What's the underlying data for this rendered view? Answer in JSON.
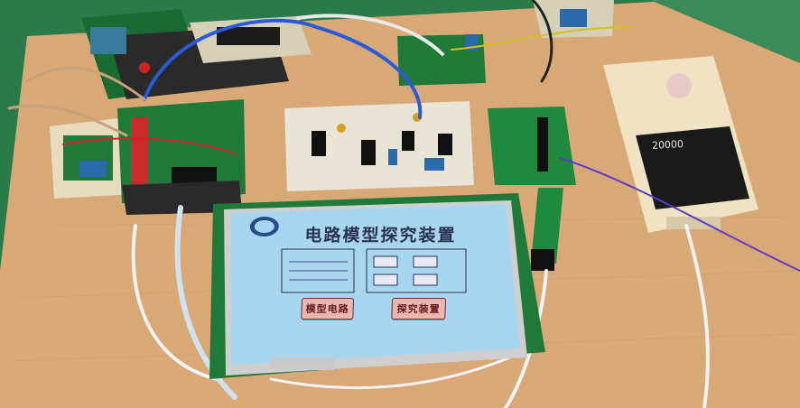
{
  "scene": {
    "lcd_title": "电路模型探究装置",
    "button_left": "模型电路",
    "button_right": "探究装置",
    "power_bank_capacity": "20000"
  },
  "colors": {
    "bench": "#d9a877",
    "green_mat": "#2a7a4a",
    "pcb_green": "#1f7a3a",
    "lcd_screen": "#a8d6f0",
    "power_bank": "#efe3c3"
  }
}
